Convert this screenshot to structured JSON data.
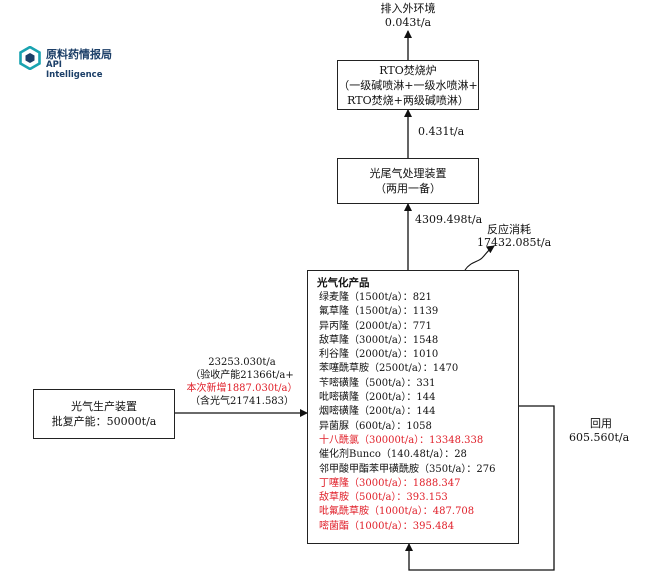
{
  "logo": {
    "name_cn": "原料药情报局",
    "name_en": "API Intelligence",
    "colors": {
      "teal": "#19a3b0",
      "navy": "#1c3f68"
    }
  },
  "environment": {
    "label": "排入外环境",
    "amount": "0.043t/a"
  },
  "rto": {
    "title": "RTO焚烧炉",
    "line2": "（一级碱喷淋+一级水喷淋+",
    "line3": "RTO焚烧+两级碱喷淋）"
  },
  "flows": {
    "rto_to_env": "0.043t/a",
    "treat_to_rto": "0.431t/a",
    "product_to_treat": "4309.498t/a",
    "reaction_label": "反应消耗",
    "reaction_amount": "17432.085t/a",
    "recycle_label": "回用",
    "recycle_amount": "605.560t/a"
  },
  "tail_gas": {
    "title": "光尾气处理装置",
    "subtitle": "（两用一备）"
  },
  "production": {
    "title": "光气生产装置",
    "capacity": "批复产能：50000t/a"
  },
  "input_flow": {
    "line1": "23253.030t/a",
    "line2": "（验收产能21366t/a+",
    "line3": "本次新增1887.030t/a）",
    "line4": "（含光气21741.583）"
  },
  "products": {
    "title": "光气化产品",
    "items": [
      {
        "text": "绿麦隆（1500t/a）：821",
        "highlight": false
      },
      {
        "text": "氟草隆（1500t/a）：1139",
        "highlight": false
      },
      {
        "text": "异丙隆（2000t/a）：771",
        "highlight": false
      },
      {
        "text": "敌草隆（3000t/a）：1548",
        "highlight": false
      },
      {
        "text": "利谷隆（2000t/a）：1010",
        "highlight": false
      },
      {
        "text": "苯噻酰草胺（2500t/a）：1470",
        "highlight": false
      },
      {
        "text": "苄嘧磺隆（500t/a）：331",
        "highlight": false
      },
      {
        "text": "吡嘧磺隆（200t/a）：144",
        "highlight": false
      },
      {
        "text": "烟嘧磺隆（200t/a）：144",
        "highlight": false
      },
      {
        "text": "异菌脲（600t/a）：1058",
        "highlight": false
      },
      {
        "text": "十八酰氯（30000t/a）：13348.338",
        "highlight": true
      },
      {
        "text": "催化剂Bunco（140.48t/a）：28",
        "highlight": false
      },
      {
        "text": "邻甲酸甲酯苯甲磺酰胺（350t/a）：276",
        "highlight": false
      },
      {
        "text": "丁噻隆（3000t/a）：1888.347",
        "highlight": true
      },
      {
        "text": "敌草胺（500t/a）：393.153",
        "highlight": true
      },
      {
        "text": "吡氟酰草胺（1000t/a）：487.708",
        "highlight": true
      },
      {
        "text": "嘧菌酯（1000t/a）：395.484",
        "highlight": true
      }
    ]
  }
}
